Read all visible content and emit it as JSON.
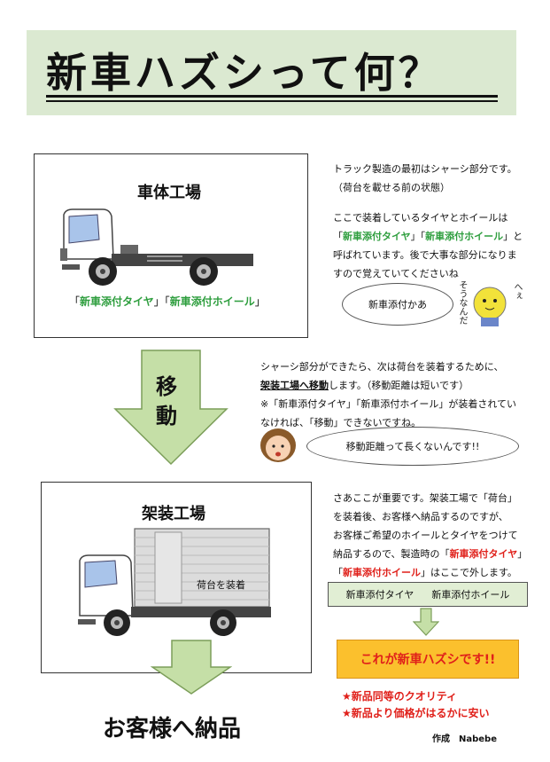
{
  "title": "新車ハズシって何？",
  "section1": {
    "heading": "車体工場",
    "caption_open": "「",
    "tire": "新車添付タイヤ",
    "mid": "」「",
    "wheel": "新車添付ホイール",
    "caption_close": "」"
  },
  "explain1": {
    "line1": "トラック製造の最初はシャーシ部分です。",
    "line2": "（荷台を載せる前の状態）",
    "line3": "ここで装着しているタイヤとホイールは",
    "line4_open": "「",
    "line4_tire": "新車添付タイヤ",
    "line4_mid": "」「",
    "line4_wheel": "新車添付ホイール",
    "line4_close": "」と",
    "line5": "呼ばれています。後で大事な部分になりま",
    "line6": "すので覚えていてくださいね",
    "bubble": "新車添付かあ",
    "sticker": "そうなんだ",
    "sticker_he": "へぇ"
  },
  "move": {
    "label1": "移",
    "label2": "動",
    "line1": "シャーシ部分ができたら、次は荷台を装着するために、",
    "line2_ul": "架装工場へ移動",
    "line2_rest": "します。（移動距離は短いです）",
    "line3": "※「新車添付タイヤ」「新車添付ホイール」が装着されてい",
    "line4": "なければ、「移動」できないですね。",
    "bubble": "移動距離って長くないんです!!"
  },
  "section2": {
    "heading": "架装工場",
    "cargo": "荷台を装着"
  },
  "explain2": {
    "line1": "さあここが重要です。架装工場で「荷台」",
    "line2": "を装着後、お客様へ納品するのですが、",
    "line3": "お客様ご希望のホイールとタイヤをつけて",
    "line4_pre": "納品するので、製造時の「",
    "line4_red": "新車添付タイヤ",
    "line4_post": "」",
    "line5_pre": "「",
    "line5_red": "新車添付ホイール",
    "line5_post": "」はここで外します。",
    "box_tire": "新車添付タイヤ",
    "box_wheel": "新車添付ホイール",
    "highlight": "これが新車ハズシです!!",
    "point1": "★新品同等のクオリティ",
    "point2": "★新品より価格がはるかに安い",
    "author": "作成　Nabebe"
  },
  "delivery": "お客様へ納品",
  "colors": {
    "title_bg": "#dbe9d1",
    "arrow_fill": "#c5dfa7",
    "arrow_stroke": "#7c9e5a",
    "green_text": "#2e9e3e",
    "red_text": "#e0201a",
    "highlight_bg": "#fbc02d"
  }
}
